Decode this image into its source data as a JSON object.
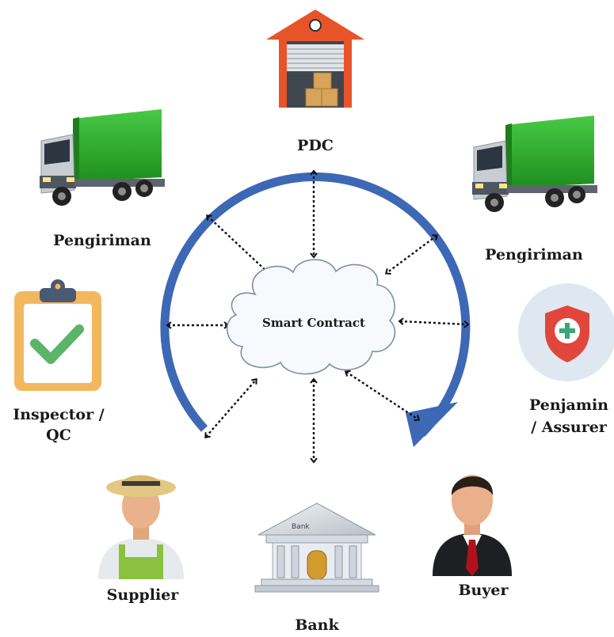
{
  "center": {
    "label": "Smart Contract"
  },
  "nodes": {
    "pdc": {
      "label": "PDC",
      "icon": "warehouse-icon"
    },
    "shipping_left": {
      "label": "Pengiriman",
      "icon": "truck-icon"
    },
    "shipping_right": {
      "label": "Pengiriman",
      "icon": "truck-icon"
    },
    "inspector": {
      "label_line1": "Inspector /",
      "label_line2": "QC",
      "icon": "clipboard-check-icon"
    },
    "assurer": {
      "label_line1": "Penjamin",
      "label_line2": "/ Assurer",
      "icon": "shield-plus-icon"
    },
    "supplier": {
      "label": "Supplier",
      "icon": "farmer-icon"
    },
    "bank": {
      "label": "Bank",
      "icon": "bank-building-icon",
      "sign": "Bank"
    },
    "buyer": {
      "label": "Buyer",
      "icon": "businessman-icon"
    }
  },
  "colors": {
    "cycle_arrow": "#3d68b5",
    "cloud_fill": "#f7f9fc",
    "cloud_stroke": "#7e8ea8",
    "truck_cargo": "#2fb02c",
    "warehouse_roof": "#e8542a",
    "shield": "#e1463c",
    "check": "#5bb468"
  }
}
